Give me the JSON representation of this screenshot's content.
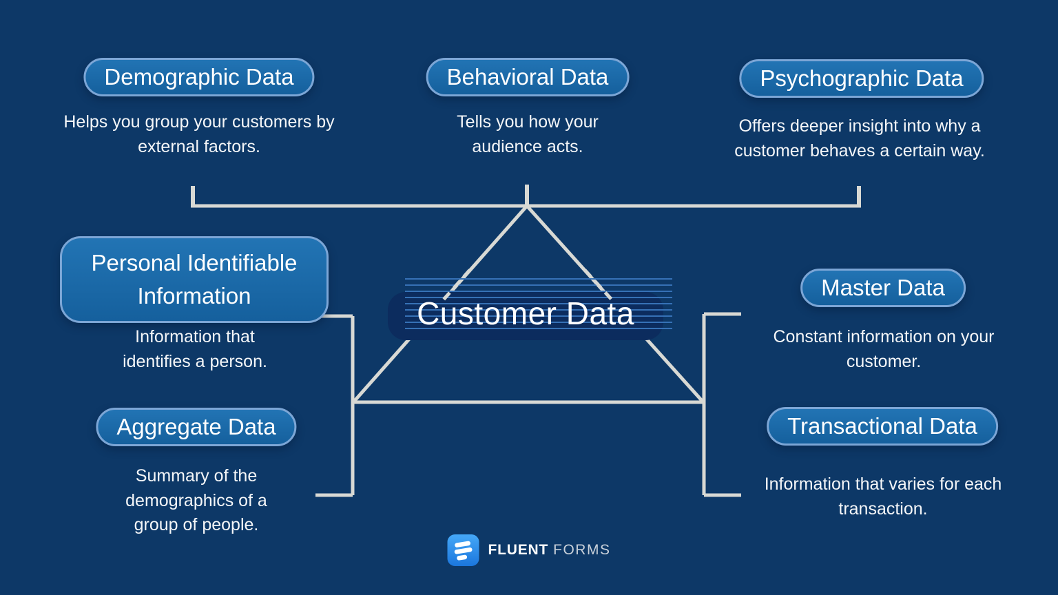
{
  "title": {
    "label": "Customer Data"
  },
  "branches": {
    "top": [
      {
        "id": "demographic",
        "label": "Demographic Data",
        "description": "Helps you group your customers by external factors."
      },
      {
        "id": "behavioral",
        "label": "Behavioral Data",
        "description": "Tells you how your audience acts."
      },
      {
        "id": "psychographic",
        "label": "Psychographic Data",
        "description": "Offers deeper insight into why a customer behaves a certain way."
      }
    ],
    "left": [
      {
        "id": "pii",
        "label": "Personal Identifiable Information",
        "description": "Information that identifies a person."
      },
      {
        "id": "aggregate",
        "label": "Aggregate Data",
        "description": "Summary of the demographics of a group of people."
      }
    ],
    "right": [
      {
        "id": "master",
        "label": "Master Data",
        "description": "Constant information on your customer."
      },
      {
        "id": "transactional",
        "label": "Transactional Data",
        "description": "Information that varies for each transaction."
      }
    ]
  },
  "footer": {
    "brand_bold": "FLUENT",
    "brand_light": "FORMS",
    "logo_icon": "fluent-forms-logo"
  },
  "colors": {
    "background": "#0d3867",
    "pill_fill_top": "#2274b4",
    "pill_fill_bottom": "#15609d",
    "pill_border": "#7ca6d6",
    "connector_line": "#d8d9d4",
    "stripe": "#3671b6",
    "center_box": "#0c2c5e",
    "logo_gradient_top": "#45a8f7",
    "logo_gradient_bottom": "#1b76dd",
    "brand_light_text": "#c9d1da"
  }
}
